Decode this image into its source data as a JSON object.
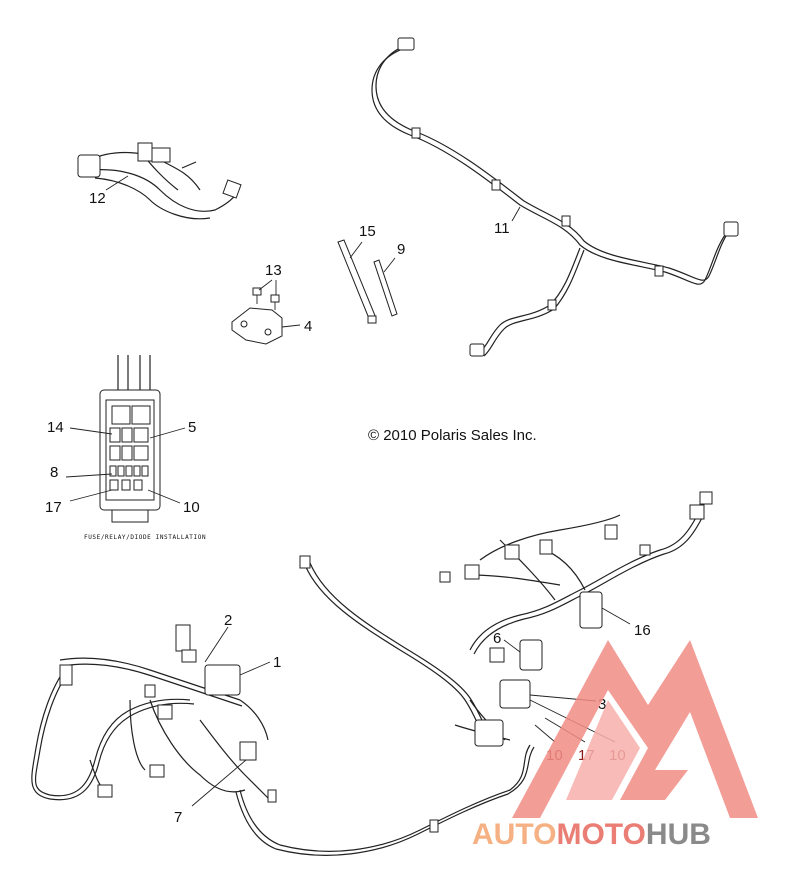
{
  "copyright": "© 2010 Polaris Sales Inc.",
  "inset_caption": "FUSE/RELAY/DIODE INSTALLATION",
  "callouts": {
    "c1": "1",
    "c2": "2",
    "c3": "3",
    "c4": "4",
    "c5": "5",
    "c6": "6",
    "c7": "7",
    "c8": "8",
    "c9": "9",
    "c10a": "10",
    "c10b": "10",
    "c10c": "10",
    "c11": "11",
    "c12": "12",
    "c13": "13",
    "c14": "14",
    "c15": "15",
    "c16": "16",
    "c17a": "17",
    "c17b": "17"
  },
  "watermark": {
    "word_part1": "AUTO",
    "word_part2": "MOTO",
    "word_part3": "HUB",
    "colors": {
      "orange": "#f5b183",
      "red": "#ea7d74",
      "gray": "#8a8a8a",
      "triangle": "#f28c86"
    }
  }
}
